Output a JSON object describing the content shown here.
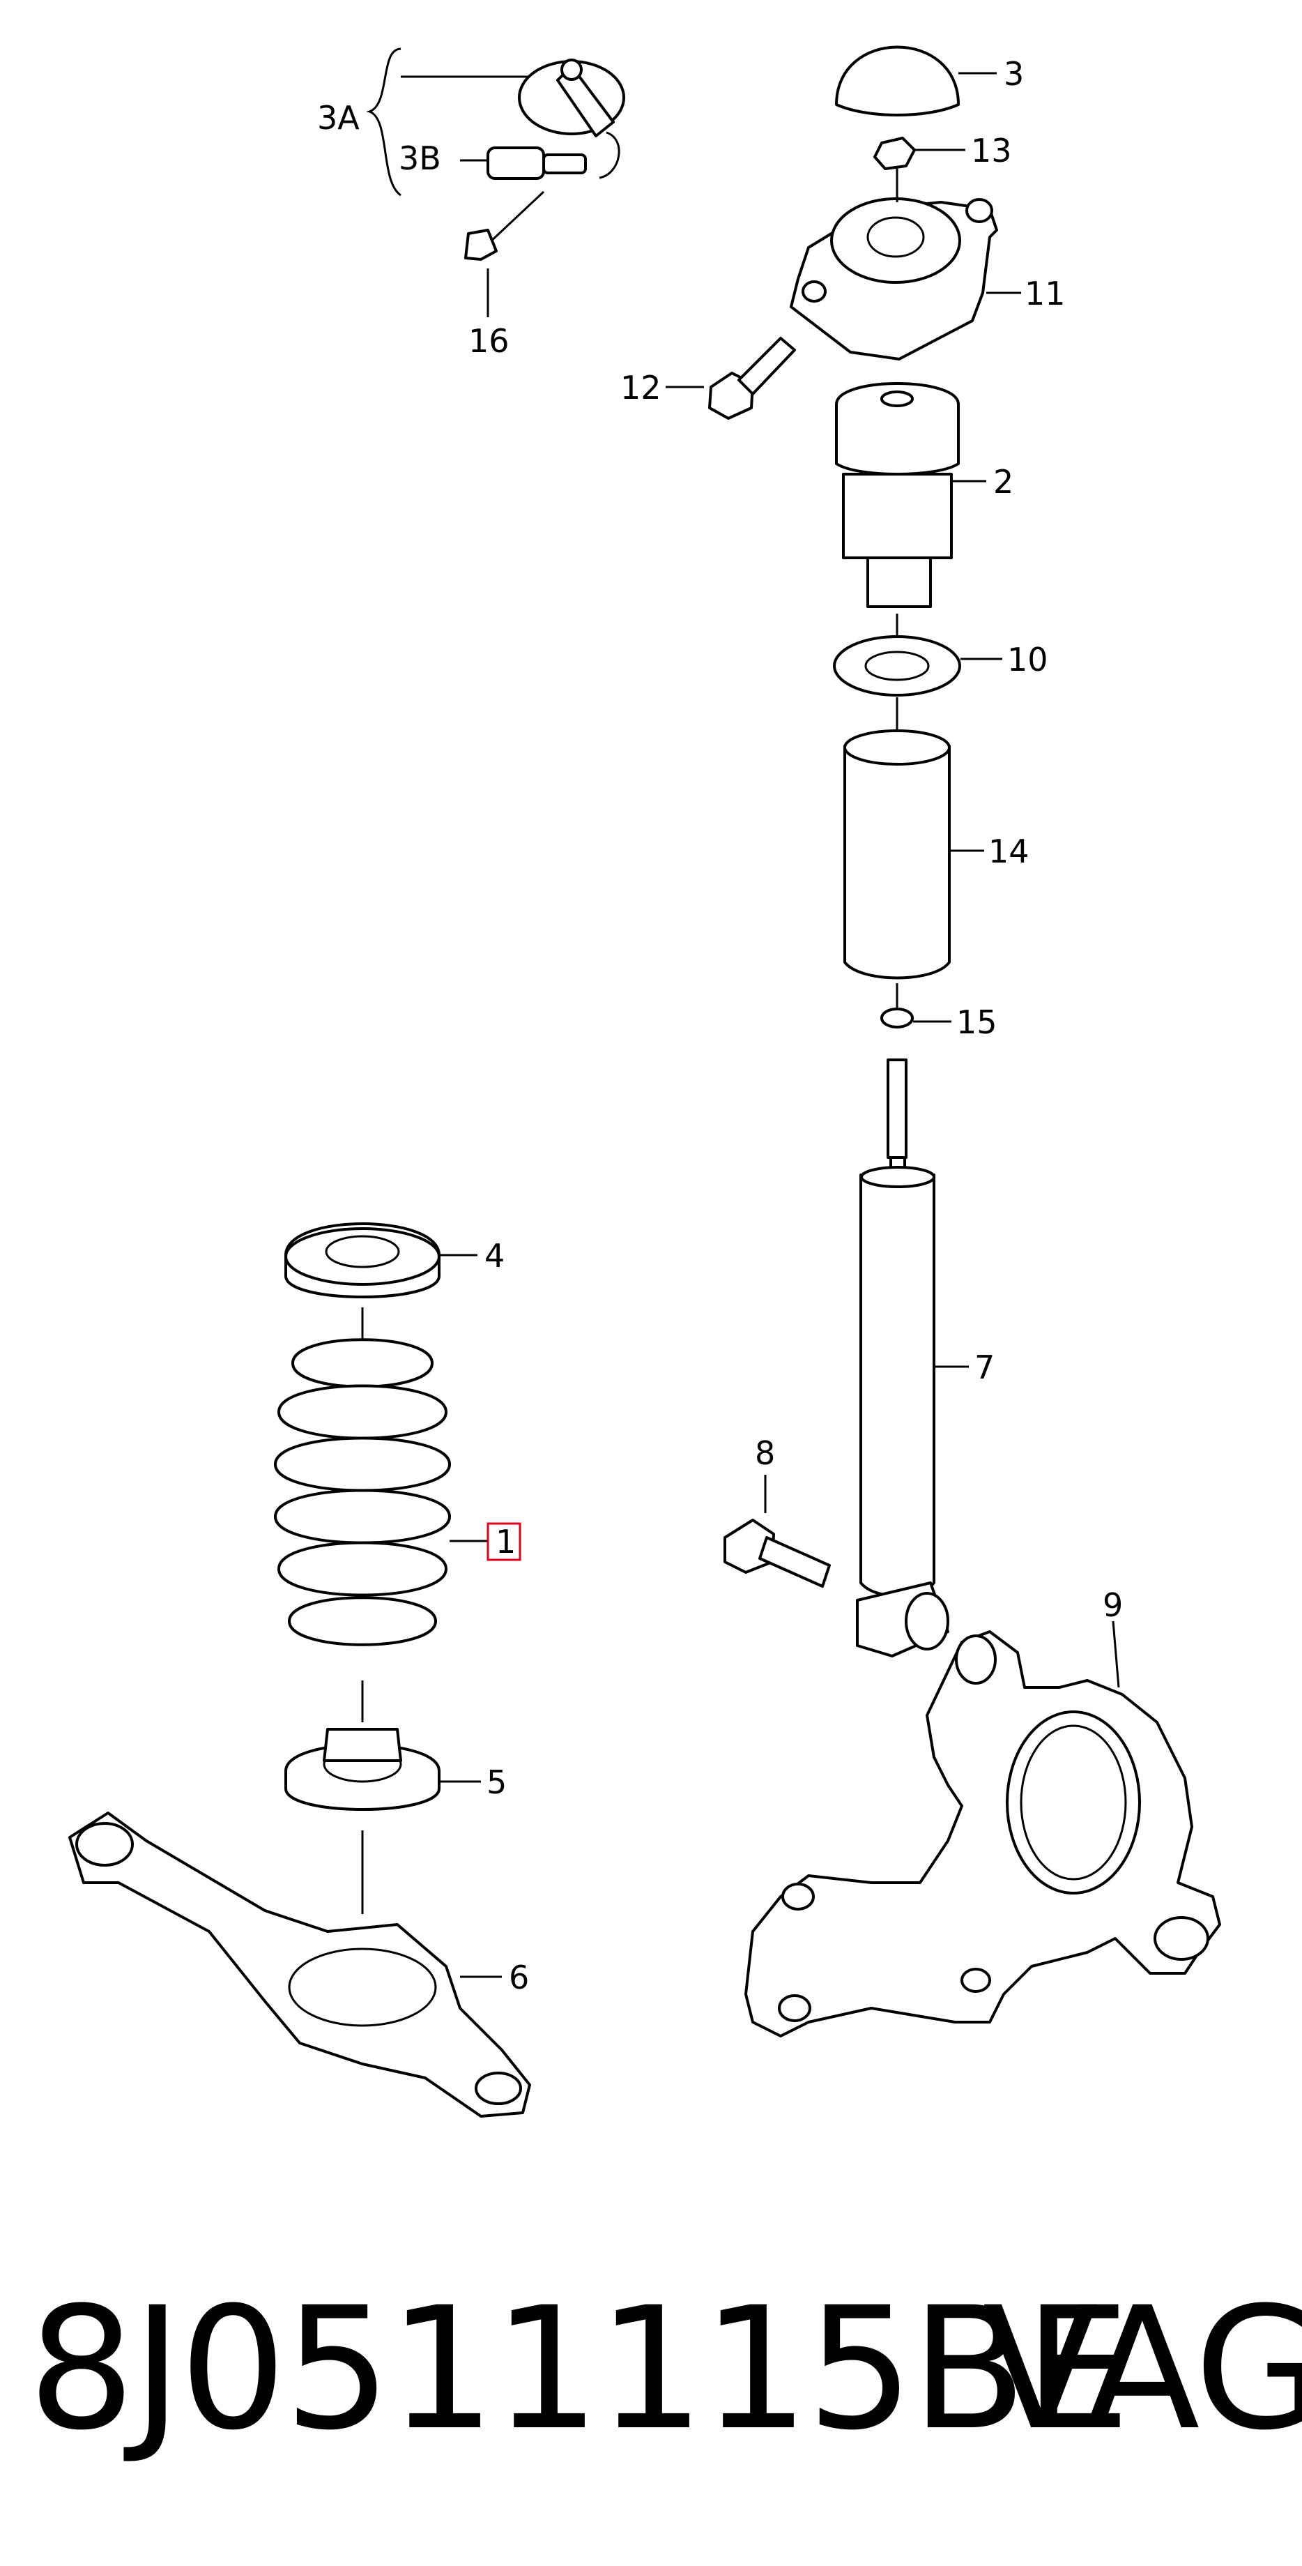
{
  "callouts": {
    "c3a": "3A",
    "c3b": "3B",
    "c16": "16",
    "c3": "3",
    "c13": "13",
    "c11": "11",
    "c12": "12",
    "c2": "2",
    "c10": "10",
    "c14": "14",
    "c15": "15",
    "c4": "4",
    "c7": "7",
    "c8": "8",
    "c1": "1",
    "c9": "9",
    "c5": "5",
    "c6": "6"
  },
  "highlight_color": "#e0001b",
  "footer": {
    "part_number": "8J0511115BE",
    "brand": "VAG"
  }
}
